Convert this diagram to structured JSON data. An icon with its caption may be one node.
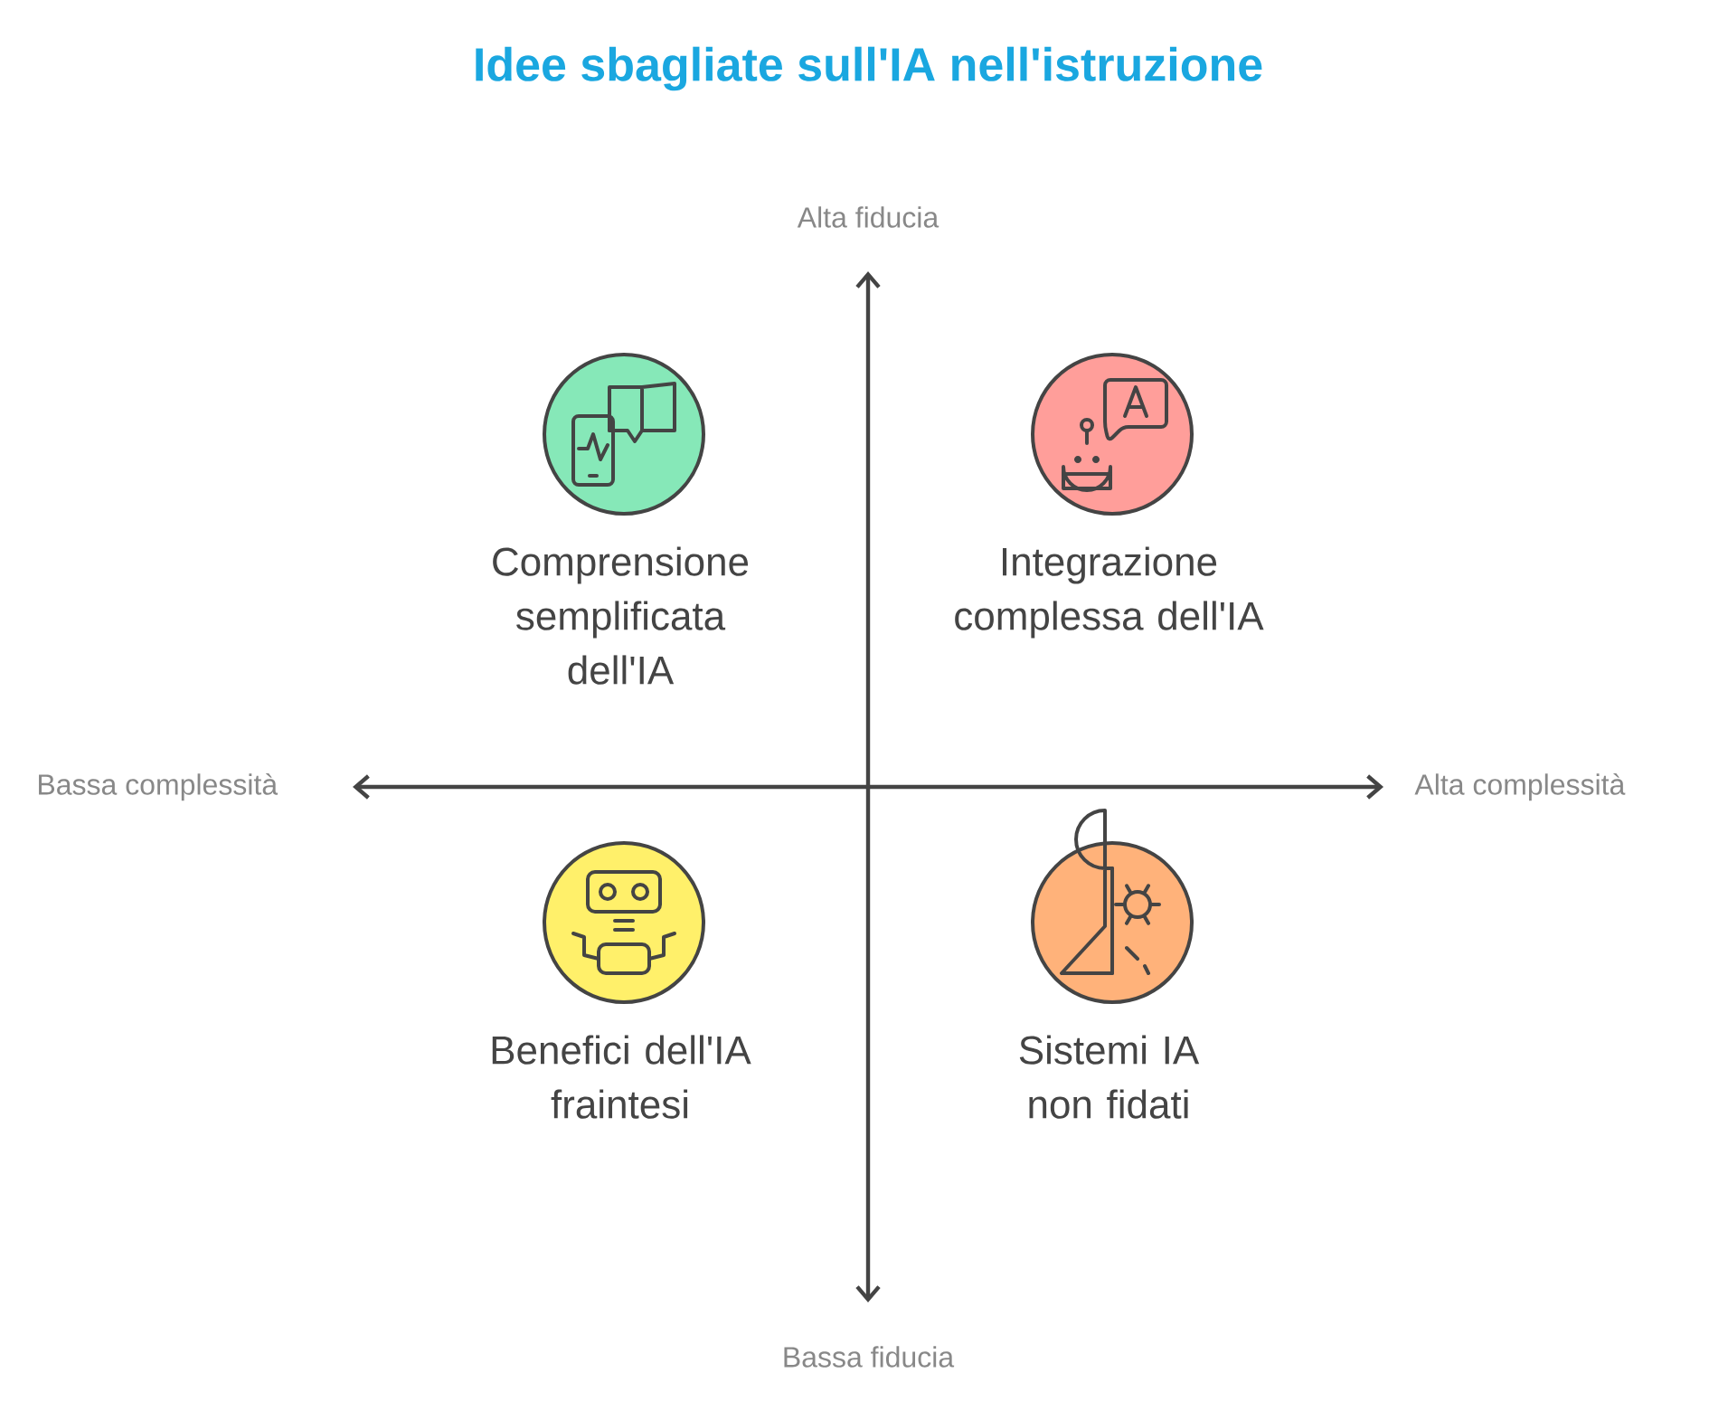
{
  "diagram": {
    "title": "Idee sbagliate sull'IA nell'istruzione",
    "nodes": [
      {
        "text": [
          "Comprensione semplificata dell'IA"
        ]
      },
      {
        "text": [
          "Integrazione complessa dell'IA"
        ]
      },
      {
        "text": [
          "Benefici dell'IA fraintesi"
        ]
      },
      {
        "text": [
          "Sistemi IA non fidati"
        ]
      }
    ],
    "labels": [
      "Alta fiducia",
      "Bassa complessità",
      "Alta complessità",
      "Bassa fiducia"
    ]
  }
}
